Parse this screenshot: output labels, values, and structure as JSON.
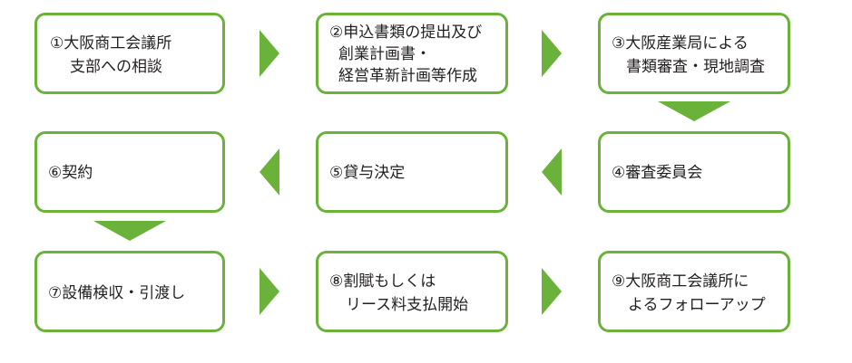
{
  "steps": [
    {
      "id": "1",
      "lines": [
        "①大阪商工会議所",
        "支部への相談"
      ]
    },
    {
      "id": "2",
      "lines": [
        "②申込書類の提出及び",
        "創業計画書・",
        "経営革新計画等作成"
      ]
    },
    {
      "id": "3",
      "lines": [
        "③大阪産業局による",
        "書類審査・現地調査"
      ]
    },
    {
      "id": "4",
      "lines": [
        "④審査委員会"
      ]
    },
    {
      "id": "5",
      "lines": [
        "⑤貸与決定"
      ]
    },
    {
      "id": "6",
      "lines": [
        "⑥契約"
      ]
    },
    {
      "id": "7",
      "lines": [
        "⑦設備検収・引渡し"
      ]
    },
    {
      "id": "8",
      "lines": [
        "⑧割賦もしくは",
        "リース料支払開始"
      ]
    },
    {
      "id": "9",
      "lines": [
        "⑨大阪商工会議所に",
        "よるフォローアップ"
      ]
    }
  ],
  "colors": {
    "accent": "#6ab23a",
    "text": "#231f20"
  }
}
